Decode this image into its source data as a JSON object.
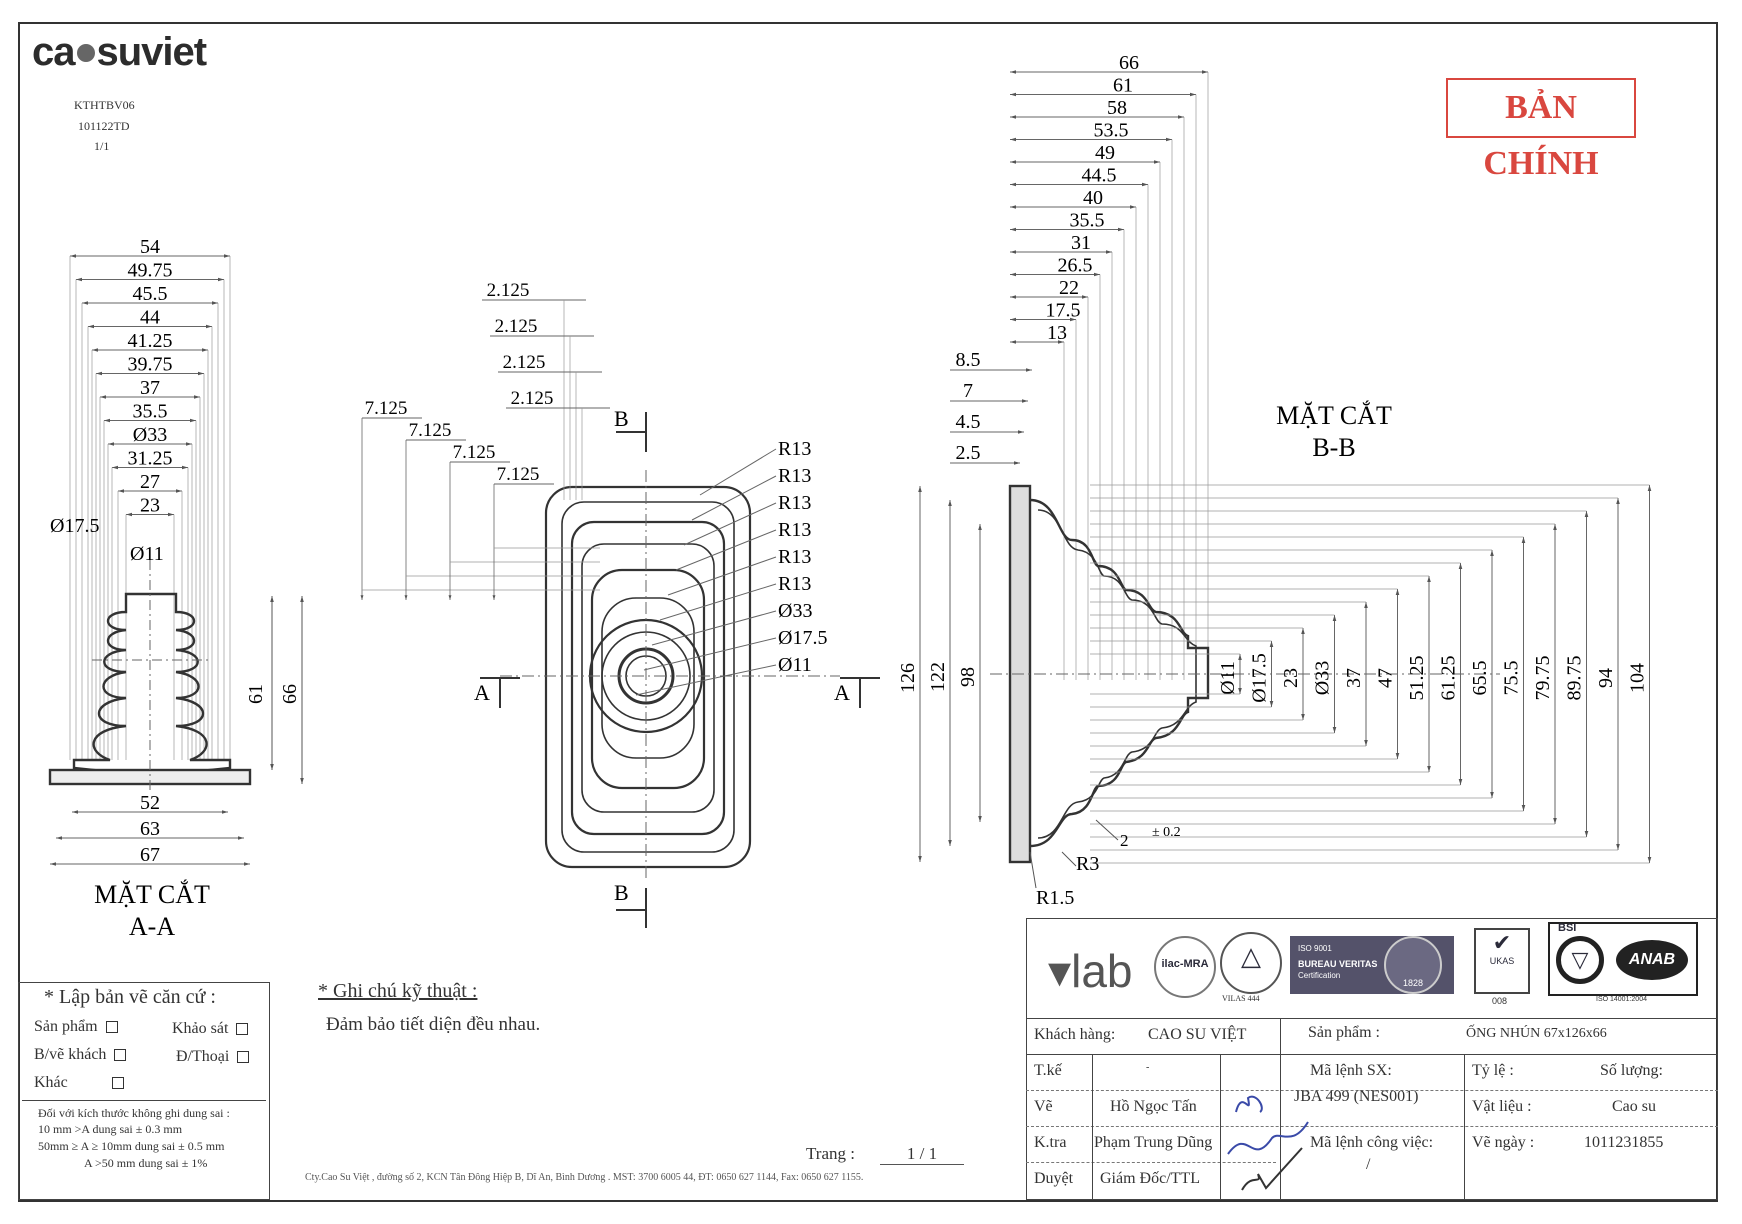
{
  "header": {
    "logo_text_a": "ca",
    "logo_text_b": "suviet",
    "doc_code": "KTHTBV06",
    "doc_rev": "101122TD",
    "doc_page": "1/1",
    "stamp": "BẢN CHÍNH"
  },
  "section_aa": {
    "title_line1": "MẶT CẮT",
    "title_line2": "A-A",
    "top_dims": [
      "54",
      "49.75",
      "45.5",
      "44",
      "41.25",
      "39.75",
      "37",
      "35.5",
      "Ø33",
      "31.25",
      "27",
      "23"
    ],
    "dia_outer": "Ø17.5",
    "dia_inner": "Ø11",
    "height_a": "61",
    "height_b": "66",
    "bottom_dims": [
      "52",
      "63",
      "67"
    ]
  },
  "front_view": {
    "top_dims": [
      "2.125",
      "2.125",
      "2.125",
      "2.125"
    ],
    "left_dims": [
      "7.125",
      "7.125",
      "7.125",
      "7.125"
    ],
    "radii": [
      "R13",
      "R13",
      "R13",
      "R13",
      "R13",
      "R13"
    ],
    "diameters": [
      "Ø33",
      "Ø17.5",
      "Ø11"
    ],
    "section_mark_a": "A",
    "section_mark_b": "B"
  },
  "section_bb": {
    "title_line1": "MẶT CẮT",
    "title_line2": "B-B",
    "top_dims": [
      "66",
      "61",
      "58",
      "53.5",
      "49",
      "44.5",
      "40",
      "35.5",
      "31",
      "26.5",
      "22",
      "17.5",
      "13"
    ],
    "side_dims": [
      "8.5",
      "7",
      "4.5",
      "2.5"
    ],
    "left_heights": [
      "126",
      "122",
      "98"
    ],
    "right_heights": [
      "Ø11",
      "Ø17.5",
      "23",
      "Ø33",
      "37",
      "47",
      "51.25",
      "61.25",
      "65.5",
      "75.5",
      "79.75",
      "89.75",
      "94",
      "104"
    ],
    "thickness": "2",
    "tolerance": "± 0.2",
    "r3": "R3",
    "r15": "R1.5"
  },
  "basis": {
    "title": "* Lập bản vẽ căn cứ :",
    "items": [
      "Sản phẩm",
      "Khảo sát",
      "B/vẽ khách",
      "Đ/Thoại",
      "Khác"
    ],
    "tol_title": "Đối với kích thước không ghi dung sai :",
    "tol_rows": [
      "10 mm >A  dung sai          ± 0.3 mm",
      "50mm ≥ A ≥ 10mm dung sai  ± 0.5 mm",
      "A >50 mm dung sai   ± 1%"
    ]
  },
  "notes": {
    "title": "* Ghi chú kỹ thuật :",
    "text": "Đảm bảo tiết diện đều nhau."
  },
  "page": {
    "label": "Trang :",
    "value": "1 / 1",
    "footer": "Cty.Cao Su Việt , đường số 2, KCN Tân Đông Hiệp B, Dĩ An, Bình Dương . MST: 3700 6005 44, ĐT: 0650 627 1144, Fax: 0650 627 1155."
  },
  "certs": {
    "lab": "lab",
    "ilac": "ilac-MRA",
    "vilas": "VILAS 444",
    "bv_line1": "ISO 9001",
    "bv_line2": "BUREAU VERITAS",
    "bv_line3": "Certification",
    "bv_year": "1828",
    "ukas": "UKAS",
    "ukas_num": "008",
    "bsi": "BSI",
    "anab": "ANAB",
    "iso14001": "ISO 14001:2004"
  },
  "title_block": {
    "customer_label": "Khách hàng:",
    "customer": "CAO SU VIỆT",
    "product_label": "Sản phẩm   :",
    "product": "ỐNG NHÚN 67x126x66",
    "design_label": "T.kế",
    "design_val": "-",
    "draw_label": "Vẽ",
    "draw_val": "Hồ Ngọc Tấn",
    "check_label": "K.tra",
    "check_val": "Phạm Trung Dũng",
    "approve_label": "Duyệt",
    "approve_val": "Giám  Đốc/TTL",
    "prod_order_label": "Mã lệnh SX:",
    "prod_order": "JBA 499 (NES001)",
    "work_order_label": "Mã lệnh công việc:",
    "work_order": "/",
    "scale_label": "Tỷ lệ      :",
    "qty_label": "Số lượng:",
    "material_label": "Vật liệu  :",
    "material": "Cao su",
    "date_label": "Vẽ  ngày  :",
    "date": "1011231855"
  }
}
